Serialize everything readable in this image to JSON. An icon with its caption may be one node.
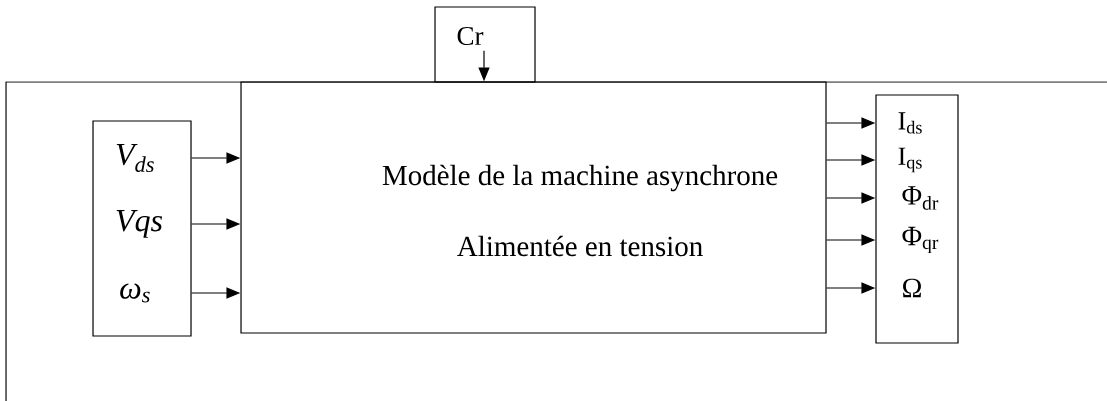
{
  "diagram": {
    "nodes": [
      {
        "text": [],
        "shape": "box"
      },
      {
        "text": [
          "Cr"
        ],
        "in": 0
      },
      {
        "text": [],
        "shape": "box"
      },
      {
        "text": [
          "V$_{ds}$"
        ],
        "in": 2
      },
      {
        "text": [
          "Vqs"
        ],
        "in": 2
      },
      {
        "text": [
          "ω$_{s}$"
        ],
        "in": 2
      },
      {
        "text": [
          "Modèle de la machine asynchrone",
          "Alimentée en tension"
        ]
      },
      {
        "text": [],
        "shape": "box"
      },
      {
        "text": [
          "I$_{ds}$"
        ],
        "in": 7
      },
      {
        "text": [
          "I$_{qs}$"
        ],
        "in": 7
      },
      {
        "text": [
          "Φ$_{dr}$"
        ],
        "in": 7
      },
      {
        "text": [
          "Φ$_{qr}$"
        ],
        "in": 7
      },
      {
        "text": [
          "Ω"
        ],
        "in": 7
      }
    ],
    "edges": [
      {
        "from": 1,
        "to": 6,
        "arrow": "to"
      },
      {
        "from": 3,
        "to": 6,
        "arrow": "to"
      },
      {
        "from": 4,
        "to": 6,
        "arrow": "to"
      },
      {
        "from": 5,
        "to": 6,
        "arrow": "to"
      },
      {
        "from": 6,
        "to": 8,
        "arrow": "to"
      },
      {
        "from": 6,
        "to": 9,
        "arrow": "to"
      },
      {
        "from": 6,
        "to": 10,
        "arrow": "to"
      },
      {
        "from": 6,
        "to": 11,
        "arrow": "to"
      },
      {
        "from": 6,
        "to": 12,
        "arrow": "to"
      }
    ]
  }
}
